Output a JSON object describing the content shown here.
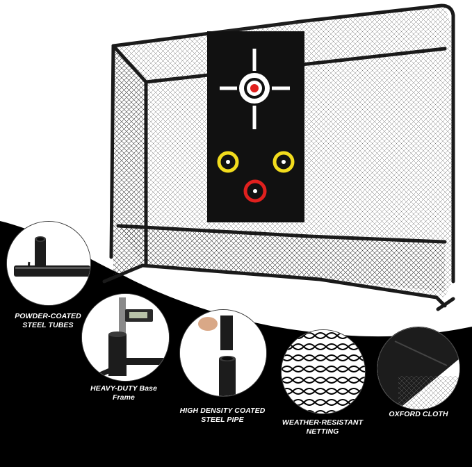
{
  "features": [
    {
      "id": "powder-coated",
      "lines": [
        "POWDER-COATED",
        "STEEL TUBES"
      ]
    },
    {
      "id": "heavy-duty-base",
      "lines": [
        "HEAVY-DUTY Base",
        "Frame"
      ]
    },
    {
      "id": "high-density-pipe",
      "lines": [
        "HIGH DENSITY COATED",
        "STEEL PIPE"
      ]
    },
    {
      "id": "weather-resistant",
      "lines": [
        "WEATHER-RESISTANT",
        "NETTING"
      ]
    },
    {
      "id": "oxford-cloth",
      "lines": [
        "OXFORD CLOTH"
      ]
    }
  ],
  "colors": {
    "background": "#ffffff",
    "dark_band": "#000000",
    "frame": "#1a1a1a",
    "target_panel": "#111111",
    "target_white": "#ffffff",
    "target_red": "#e0201e",
    "target_yellow": "#f2dc1d",
    "label_text": "#ffffff"
  },
  "icons": [
    "net-frame-icon",
    "target-panel-icon",
    "tube-icon",
    "caliper-icon",
    "pipe-icon",
    "netting-icon",
    "oxford-cloth-icon"
  ]
}
